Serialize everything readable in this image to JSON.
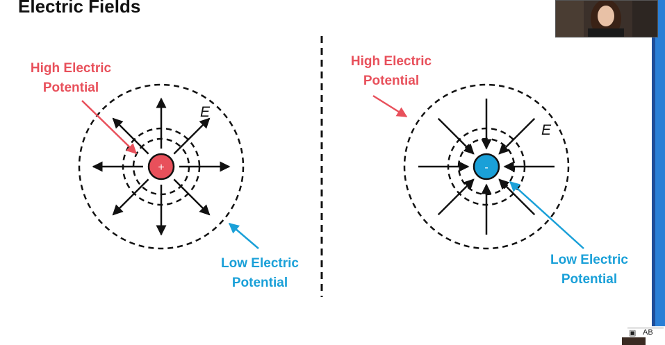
{
  "title": "Electric Fields",
  "diagrams": [
    {
      "charge_sign": "+",
      "field_direction": "outward",
      "charge_color": "#e8505b",
      "field_label": "E",
      "high_label": [
        "High Electric",
        "Potential"
      ],
      "low_label": [
        "Low Electric",
        "Potential"
      ]
    },
    {
      "charge_sign": "-",
      "field_direction": "inward",
      "charge_color": "#1aa0d8",
      "field_label": "E",
      "high_label": [
        "High Electric",
        "Potential"
      ],
      "low_label": [
        "Low Electric",
        "Potential"
      ]
    }
  ],
  "colors": {
    "high_potential": "#e8505b",
    "low_potential": "#1aa0d8",
    "accent_strip": "#2a7fd6"
  },
  "overlay": {
    "webcam": "presenter-webcam",
    "caption_badge_icon": "caption-icon",
    "caption_badge_text": "AB"
  }
}
